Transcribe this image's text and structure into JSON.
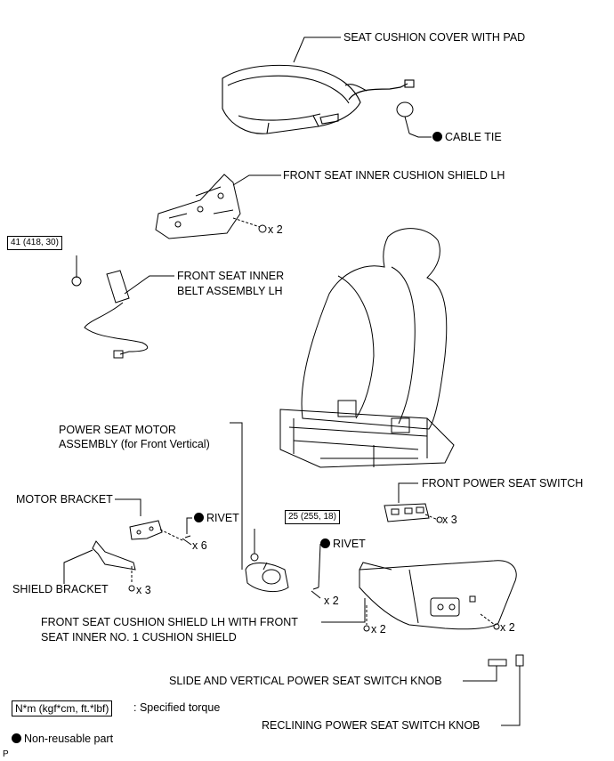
{
  "labels": {
    "seat_cushion_cover": "SEAT CUSHION COVER WITH PAD",
    "cable_tie": "CABLE TIE",
    "front_seat_inner_cushion_shield": "FRONT SEAT INNER CUSHION SHIELD LH",
    "x2_a": "x 2",
    "torque_41": "41 (418, 30)",
    "front_seat_inner_belt_1": "FRONT SEAT INNER",
    "front_seat_inner_belt_2": "BELT ASSEMBLY LH",
    "power_seat_motor_1": "POWER SEAT MOTOR",
    "power_seat_motor_2": "ASSEMBLY (for Front Vertical)",
    "front_power_seat_switch": "FRONT POWER SEAT SWITCH",
    "motor_bracket": "MOTOR BRACKET",
    "rivet_1": "RIVET",
    "x6": "x 6",
    "torque_25": "25 (255, 18)",
    "rivet_2": "RIVET",
    "x3_a": "x 3",
    "shield_bracket": "SHIELD BRACKET",
    "x3_b": "x 3",
    "x2_b": "x 2",
    "cushion_shield_1": "FRONT SEAT CUSHION SHIELD LH WITH FRONT",
    "cushion_shield_2": "SEAT INNER NO. 1 CUSHION SHIELD",
    "x2_c": "x 2",
    "x2_d": "x 2",
    "slide_knob": "SLIDE AND VERTICAL POWER SEAT SWITCH KNOB",
    "legend_torque_box": "N*m (kgf*cm, ft.*lbf)",
    "legend_torque_text": ": Specified torque",
    "reclining_knob": "RECLINING POWER SEAT SWITCH KNOB",
    "legend_nonreusable": "Non-reusable part",
    "corner_mark": "P"
  }
}
